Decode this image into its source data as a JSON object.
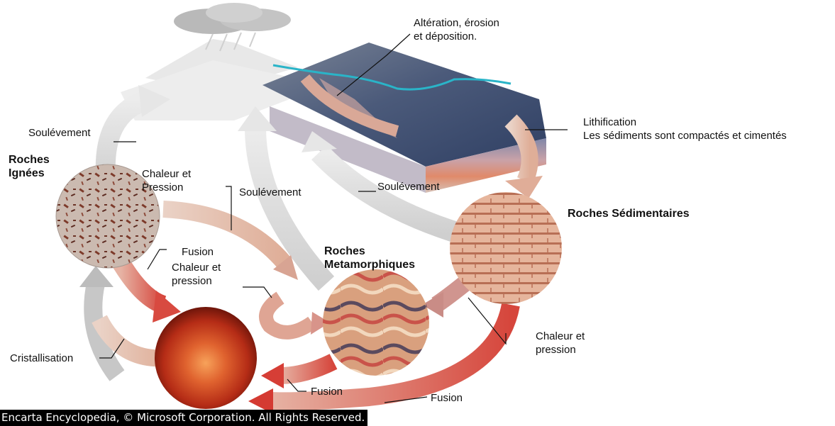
{
  "labels": {
    "alteration": [
      "Altération, érosion",
      "et déposition."
    ],
    "lithification": [
      "Lithification",
      "Les sédiments sont compactés et cimentés"
    ],
    "soulevement_left": "Soulévement",
    "soulevement_mid": "Soulévement",
    "soulevement_right": "Soulévement",
    "roches_ignees": [
      "Roches",
      "Ignées"
    ],
    "chaleur_pression_top": [
      "Chaleur et",
      "Pression"
    ],
    "roches_sedimentaires": "Roches Sédimentaires",
    "fusion_left": "Fusion",
    "chaleur_pression_left": [
      "Chaleur et",
      "pression"
    ],
    "roches_metamorphiques": [
      "Roches",
      "Metamorphiques"
    ],
    "chaleur_pression_right": [
      "Chaleur et",
      "pression"
    ],
    "cristallisation": "Cristallisation",
    "fusion_bottom": "Fusion",
    "fusion_right": "Fusion",
    "credit": "Encarta Encyclopedia, © Microsoft Corporation. All Rights Reserved."
  },
  "colors": {
    "arrow_warm": "#e3b9a6",
    "arrow_gray": "#d3d3d3",
    "arrow_red": "#d8524a",
    "igneous_disc": "#c9b8ae",
    "magma_disc": "#c13a20",
    "metamorphic_disc": "#d4896b",
    "sedimentary_disc": "#d8a28a",
    "landscape": "#5b6b86",
    "river": "#2ab4c8"
  },
  "icons": [
    "rain-cloud-icon",
    "volcano-icon"
  ]
}
